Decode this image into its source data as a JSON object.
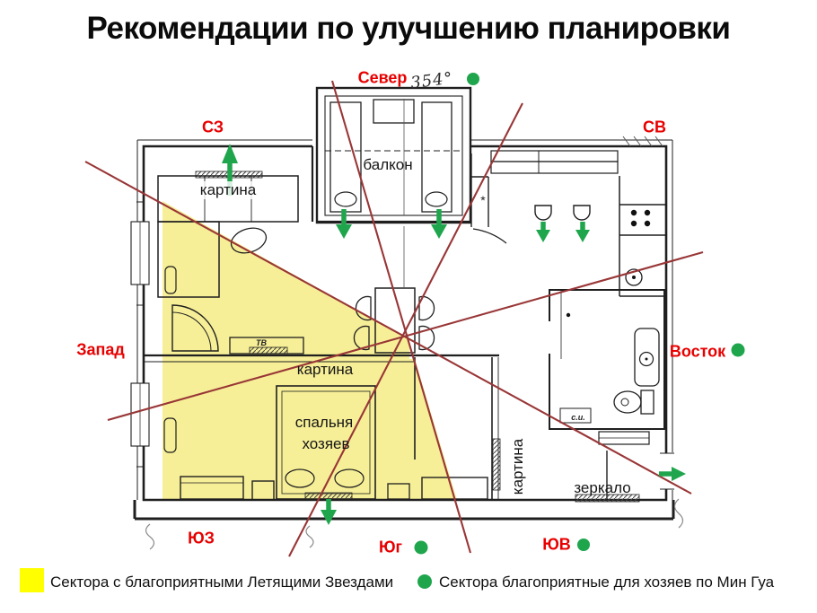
{
  "title": "Рекомендации по улучшению планировки",
  "compass": {
    "north": "Север",
    "north_degrees": "354°",
    "northwest": "СЗ",
    "northeast": "СВ",
    "west": "Запад",
    "east": "Восток",
    "southwest": "ЮЗ",
    "south": "Юг",
    "southeast": "ЮВ"
  },
  "plan": {
    "balcony": "балкон",
    "picture_livingroom": "картина",
    "picture_bedroom": "картина",
    "picture_hall": "картина",
    "bedroom_line1": "спальня",
    "bedroom_line2": "хозяев",
    "mirror": "зеркало",
    "tv": "ТВ",
    "washing_machine": "с.и.",
    "door_mark": "*"
  },
  "legend": {
    "flying_stars": "Сектора с благоприятными Летящими Звездами",
    "ming_gua": "Сектора благоприятные для хозяев по Мин Гуа"
  },
  "colors": {
    "direction_red": "#e80000",
    "compass_line_red": "#993637",
    "sector_yellow": "#f6ef97",
    "legend_yellow": "#ffff00",
    "favorable_green": "#1fa64d"
  }
}
